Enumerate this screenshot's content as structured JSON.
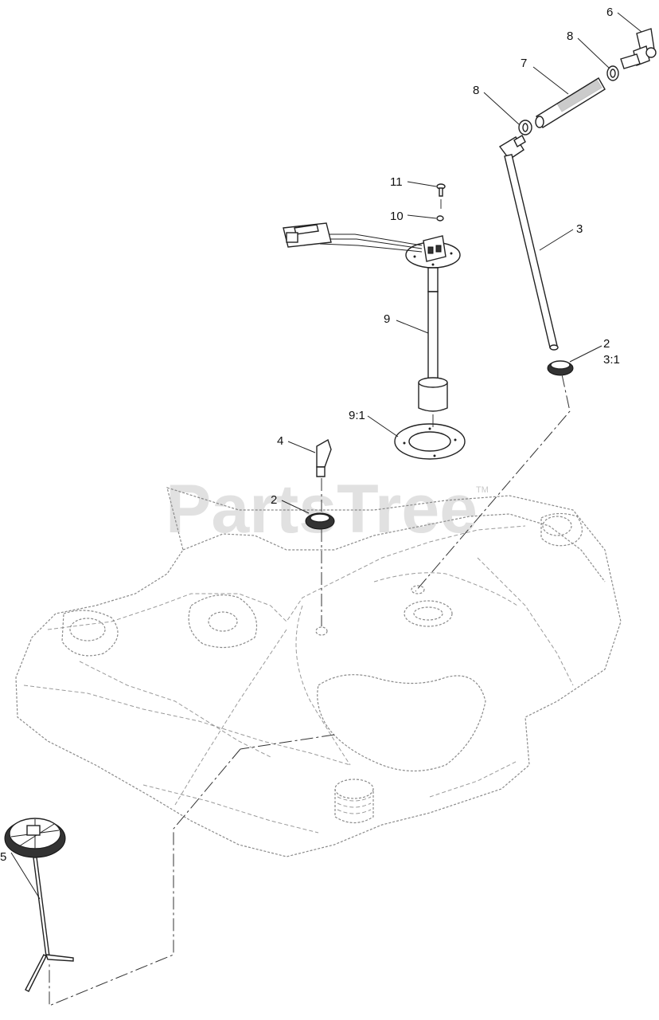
{
  "watermark": {
    "text": "PartsTree",
    "trademark": "TM"
  },
  "callouts": {
    "c6": "6",
    "c8a": "8",
    "c7": "7",
    "c8b": "8",
    "c11": "11",
    "c10": "10",
    "c3": "3",
    "c9": "9",
    "c2a": "2",
    "c3_1": "3:1",
    "c9_1": "9:1",
    "c4": "4",
    "c2b": "2",
    "c5": "5"
  }
}
